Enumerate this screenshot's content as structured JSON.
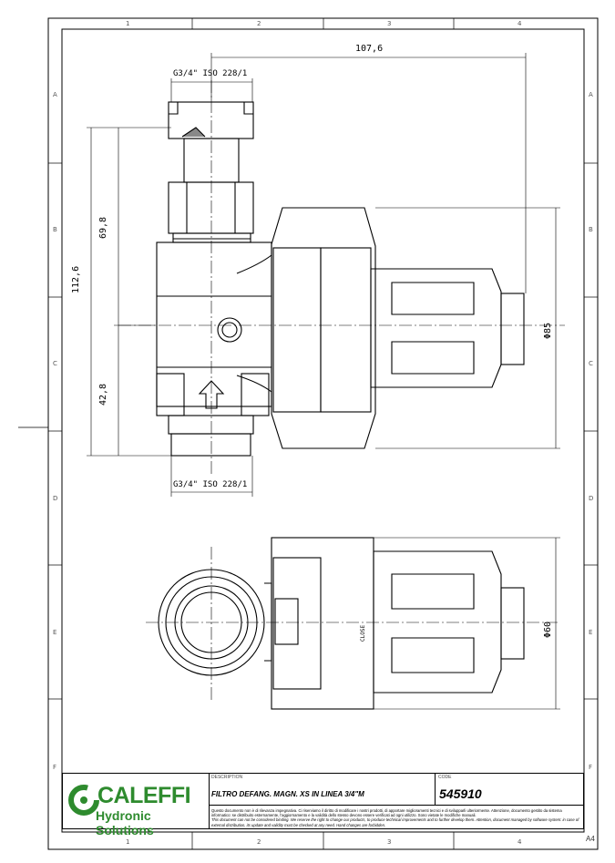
{
  "zones": {
    "cols": [
      "1",
      "2",
      "3",
      "4"
    ],
    "rows": [
      "A",
      "B",
      "C",
      "D",
      "E",
      "F"
    ]
  },
  "dimensions": {
    "width_overall": "107,6",
    "thread_top": "G3/4\" ISO 228/1",
    "thread_bottom": "G3/4\" ISO 228/1",
    "height_total": "112,6",
    "height_upper": "69,8",
    "height_lower": "42,8",
    "dia_head": "Φ85",
    "dia_body": "Φ60"
  },
  "markings": {
    "close": "CLOSE"
  },
  "title_block": {
    "brand": "CALEFFI",
    "brand_sub": "Hydronic Solutions",
    "description_label": "DESCRIPTION",
    "description": "FILTRO DEFANG. MAGN. XS IN LINEA 3/4\"M",
    "code_label": "CODE",
    "code": "545910",
    "note_it": "Questo documento non è di rilevanza impegnativa. Ci riserviamo il diritto di modificare i nostri prodotti, di apportare miglioramenti tecnici e di svilupparli ulteriormente. Attenzione, documento gestito da sistema informatico: se distribuito esternamente, l'aggiornamento e la validità dello stesso devono essere verificati ad ogni utilizzo. Sono vietate le modifiche manuali.",
    "note_en": "This document can not be considered binding. We reserve the right to change our products, to produce technical improvements and to further develop them. Attention, document managed by software system: in case of external distribution, its update and validity must be checked at any need. Hand changes are forbidden.",
    "sheet_size": "A4"
  }
}
